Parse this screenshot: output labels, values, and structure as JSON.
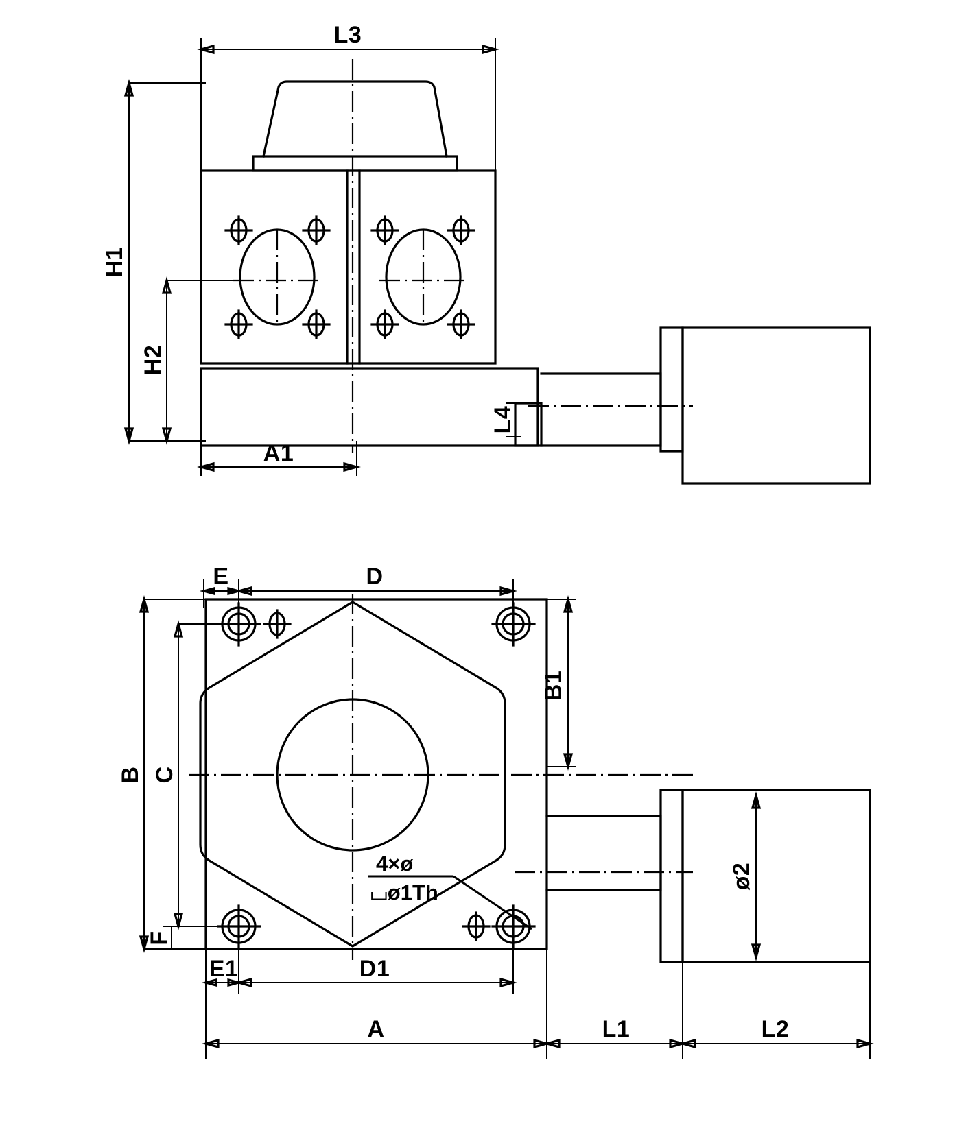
{
  "drawing": {
    "title": "Gearbox / Actuator Assembly Dimensional Drawing",
    "background_color": "#ffffff",
    "line_color": "#000000",
    "views": [
      {
        "name": "front-elevation-view",
        "position": "top"
      },
      {
        "name": "plan-view",
        "position": "bottom"
      }
    ],
    "dimensions": {
      "L3": "L3",
      "H1": "H1",
      "H2": "H2",
      "A1": "A1",
      "L4": "L4",
      "E": "E",
      "D": "D",
      "B": "B",
      "C": "C",
      "B1": "B1",
      "F": "F",
      "E1": "E1",
      "D1": "D1",
      "A": "A",
      "L1": "L1",
      "L2": "L2",
      "PHI2": "ø2"
    },
    "annotations": {
      "hole_callout_top": "4×ø",
      "hole_callout_bottom": "⌴ø1Th"
    }
  }
}
